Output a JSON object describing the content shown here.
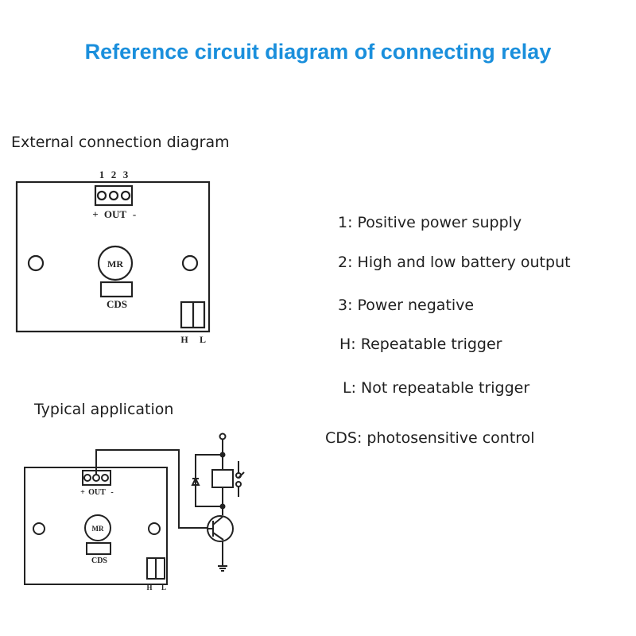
{
  "title": "Reference circuit diagram of connecting relay",
  "accent_color": "#1a8fdc",
  "external": {
    "heading": "External connection diagram",
    "pin_numbers": [
      "1",
      "2",
      "3"
    ],
    "out_plus": "+",
    "out_label": "OUT",
    "out_minus": "-",
    "mr_label": "MR",
    "cds_label": "CDS",
    "h_label": "H",
    "l_label": "L"
  },
  "typical": {
    "heading": "Typical application",
    "out_plus": "+",
    "out_label": "OUT",
    "out_minus": "-",
    "mr_label": "MR",
    "cds_label": "CDS",
    "h_label": "H",
    "l_label": "L"
  },
  "legend": [
    "1: Positive power supply",
    "2: High and low battery output",
    "3: Power negative",
    "H: Repeatable trigger",
    "L: Not repeatable trigger",
    "CDS: photosensitive control"
  ]
}
